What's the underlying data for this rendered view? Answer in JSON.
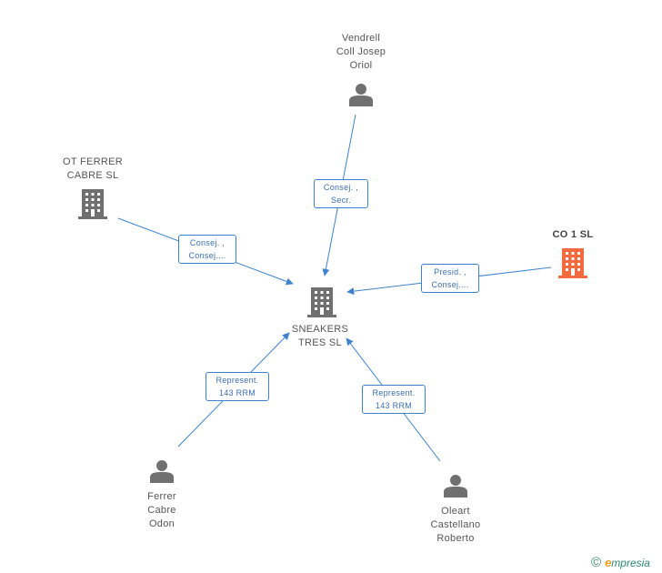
{
  "nodes": {
    "center": {
      "label": "SNEAKERS\nTRES SL"
    },
    "vendrell": {
      "label": "Vendrell\nColl Josep\nOriol"
    },
    "otferrer": {
      "label": "OT FERRER\nCABRE SL"
    },
    "co1": {
      "label": "CO 1 SL"
    },
    "ferrer": {
      "label": "Ferrer\nCabre\nOdon"
    },
    "oleart": {
      "label": "Oleart\nCastellano\nRoberto"
    }
  },
  "edges": {
    "vendrell": "Consej. ,\nSecr.",
    "otferrer": "Consej. ,\nConsej....",
    "co1": "Presid. ,\nConsej....",
    "ferrer": "Represent.\n143 RRM",
    "oleart": "Represent.\n143 RRM"
  },
  "colors": {
    "edge": "#3d82cf",
    "icon": "#707070",
    "highlight": "#f26a3d"
  },
  "brand": {
    "copyright": "©",
    "e": "e",
    "rest": "mpresia"
  }
}
